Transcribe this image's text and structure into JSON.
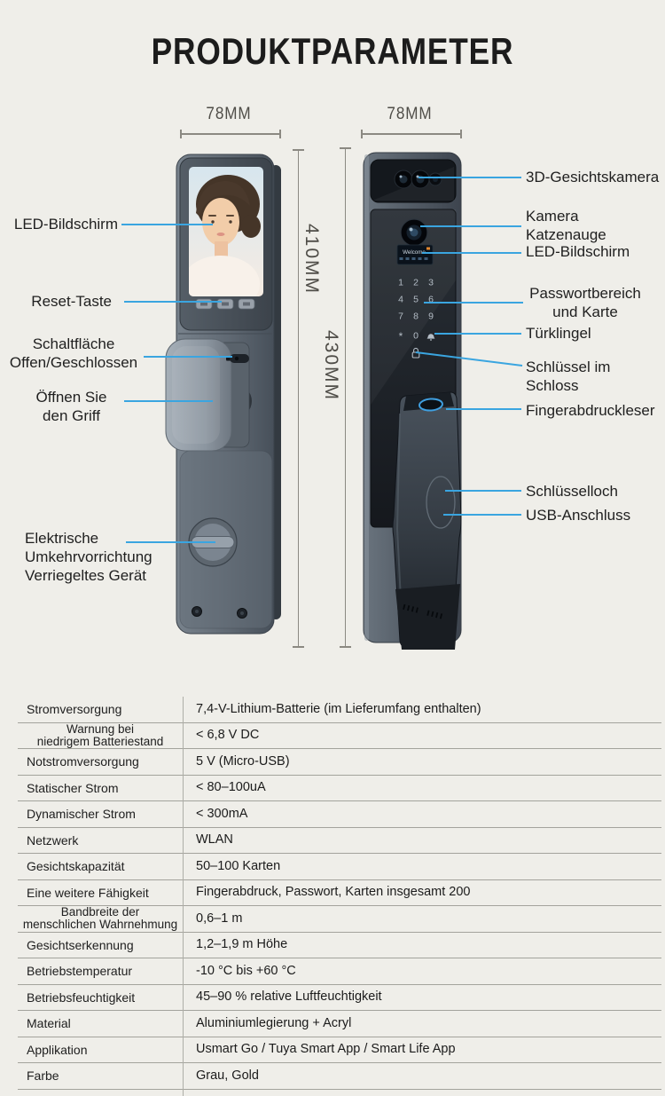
{
  "page": {
    "title": "PRODUKTPARAMETER",
    "background_color": "#efeee9",
    "accent_line_color": "#3aa5e0"
  },
  "dimensions": {
    "front_width_label": "78MM",
    "back_width_label": "78MM",
    "front_height_label": "410MM",
    "back_height_label": "430MM"
  },
  "callouts": {
    "left": [
      {
        "text": "LED-Bildschirm"
      },
      {
        "text": "Reset-Taste"
      },
      {
        "text": "Schaltfläche\nOffen/Geschlossen"
      },
      {
        "text": "Öffnen Sie\nden Griff"
      },
      {
        "text": "Elektrische\nUmkehrvorrichtung\nVerriegeltes Gerät"
      }
    ],
    "right": [
      {
        "text": "3D-Gesichtskamera"
      },
      {
        "text": "Kamera\nKatzenauge"
      },
      {
        "text": "LED-Bildschirm"
      },
      {
        "text": "Passwortbereich\nund Karte"
      },
      {
        "text": "Türklingel"
      },
      {
        "text": "Schlüssel im Schloss"
      },
      {
        "text": "Fingerabdruckleser"
      },
      {
        "text": "Schlüsselloch"
      },
      {
        "text": "USB-Anschluss"
      }
    ]
  },
  "lock_front": {
    "led_text": "Welcome",
    "keypad": {
      "rows": [
        [
          "1",
          "2",
          "3"
        ],
        [
          "4",
          "5",
          "6"
        ],
        [
          "7",
          "8",
          "9"
        ],
        [
          "*",
          "0",
          ""
        ]
      ],
      "icons": [
        "doorbell-icon",
        "key-in-lock-icon"
      ]
    }
  },
  "spec_table": {
    "rows": [
      {
        "label": "Stromversorgung",
        "value": "7,4-V-Lithium-Batterie (im Lieferumfang enthalten)"
      },
      {
        "label": "Warnung bei\nniedrigem Batteriestand",
        "value": "< 6,8 V DC"
      },
      {
        "label": "Notstromversorgung",
        "value": "5 V (Micro-USB)"
      },
      {
        "label": "Statischer Strom",
        "value": "< 80–100uA"
      },
      {
        "label": "Dynamischer Strom",
        "value": "< 300mA"
      },
      {
        "label": "Netzwerk",
        "value": "WLAN"
      },
      {
        "label": "Gesichtskapazität",
        "value": "50–100 Karten"
      },
      {
        "label": "Eine weitere Fähigkeit",
        "value": "Fingerabdruck, Passwort, Karten insgesamt 200"
      },
      {
        "label": "Bandbreite der\nmenschlichen Wahrnehmung",
        "value": "0,6–1 m"
      },
      {
        "label": "Gesichtserkennung",
        "value": "1,2–1,9 m Höhe"
      },
      {
        "label": "Betriebstemperatur",
        "value": "-10 °C bis +60 °C"
      },
      {
        "label": "Betriebsfeuchtigkeit",
        "value": "45–90 % relative Luftfeuchtigkeit"
      },
      {
        "label": "Material",
        "value": "Aluminiumlegierung + Acryl"
      },
      {
        "label": "Applikation",
        "value": "Usmart Go / Tuya Smart App / Smart Life App"
      },
      {
        "label": "Farbe",
        "value": "Grau, Gold"
      }
    ]
  }
}
